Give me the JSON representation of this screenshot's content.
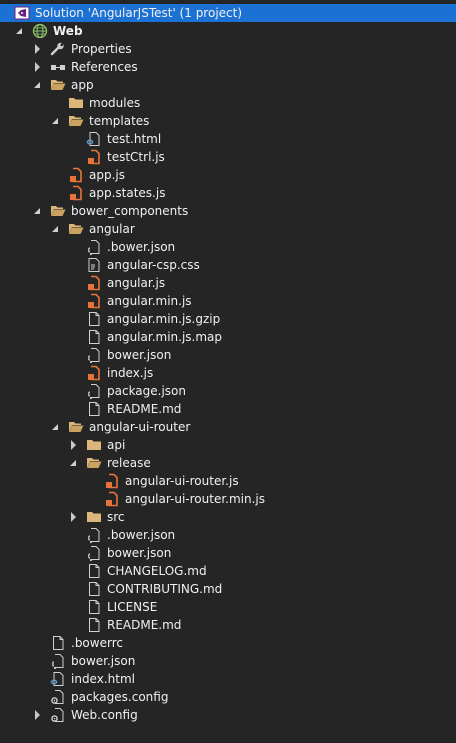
{
  "solution_explorer": {
    "solution": {
      "label": "Solution 'AngularJSTest' (1 project)",
      "icon": "visual-studio-solution-icon"
    },
    "project": {
      "label": "Web",
      "icon": "web-project-icon"
    },
    "nodes": [
      {
        "label": "Properties",
        "icon": "wrench-icon",
        "expander": "collapsed"
      },
      {
        "label": "References",
        "icon": "references-icon",
        "expander": "collapsed"
      },
      {
        "label": "app",
        "icon": "folder-open-icon",
        "expander": "expanded"
      },
      {
        "label": "modules",
        "icon": "folder-icon",
        "expander": "none"
      },
      {
        "label": "templates",
        "icon": "folder-open-icon",
        "expander": "expanded"
      },
      {
        "label": "test.html",
        "icon": "html-file-icon",
        "expander": "none"
      },
      {
        "label": "testCtrl.js",
        "icon": "js-file-icon",
        "expander": "none"
      },
      {
        "label": "app.js",
        "icon": "js-file-icon",
        "expander": "none"
      },
      {
        "label": "app.states.js",
        "icon": "js-file-icon",
        "expander": "none"
      },
      {
        "label": "bower_components",
        "icon": "folder-open-icon",
        "expander": "expanded"
      },
      {
        "label": "angular",
        "icon": "folder-open-icon",
        "expander": "expanded"
      },
      {
        "label": ".bower.json",
        "icon": "json-file-icon",
        "expander": "none"
      },
      {
        "label": "angular-csp.css",
        "icon": "css-file-icon",
        "expander": "none"
      },
      {
        "label": "angular.js",
        "icon": "js-file-icon",
        "expander": "none"
      },
      {
        "label": "angular.min.js",
        "icon": "js-file-icon",
        "expander": "none"
      },
      {
        "label": "angular.min.js.gzip",
        "icon": "file-icon",
        "expander": "none"
      },
      {
        "label": "angular.min.js.map",
        "icon": "file-icon",
        "expander": "none"
      },
      {
        "label": "bower.json",
        "icon": "json-file-icon",
        "expander": "none"
      },
      {
        "label": "index.js",
        "icon": "js-file-icon",
        "expander": "none"
      },
      {
        "label": "package.json",
        "icon": "json-file-icon",
        "expander": "none"
      },
      {
        "label": "README.md",
        "icon": "file-icon",
        "expander": "none"
      },
      {
        "label": "angular-ui-router",
        "icon": "folder-open-icon",
        "expander": "expanded"
      },
      {
        "label": "api",
        "icon": "folder-icon",
        "expander": "collapsed"
      },
      {
        "label": "release",
        "icon": "folder-open-icon",
        "expander": "expanded"
      },
      {
        "label": "angular-ui-router.js",
        "icon": "js-file-icon",
        "expander": "none"
      },
      {
        "label": "angular-ui-router.min.js",
        "icon": "js-file-icon",
        "expander": "none"
      },
      {
        "label": "src",
        "icon": "folder-icon",
        "expander": "collapsed"
      },
      {
        "label": ".bower.json",
        "icon": "json-file-icon",
        "expander": "none"
      },
      {
        "label": "bower.json",
        "icon": "json-file-icon",
        "expander": "none"
      },
      {
        "label": "CHANGELOG.md",
        "icon": "file-icon",
        "expander": "none"
      },
      {
        "label": "CONTRIBUTING.md",
        "icon": "file-icon",
        "expander": "none"
      },
      {
        "label": "LICENSE",
        "icon": "file-icon",
        "expander": "none"
      },
      {
        "label": "README.md",
        "icon": "file-icon",
        "expander": "none"
      },
      {
        "label": ".bowerrc",
        "icon": "file-icon",
        "expander": "none"
      },
      {
        "label": "bower.json",
        "icon": "json-file-icon",
        "expander": "none"
      },
      {
        "label": "index.html",
        "icon": "html-file-icon",
        "expander": "none"
      },
      {
        "label": "packages.config",
        "icon": "config-file-icon",
        "expander": "none"
      },
      {
        "label": "Web.config",
        "icon": "config-file-icon",
        "expander": "collapsed"
      }
    ]
  },
  "colors": {
    "background": "#252526",
    "selection": "#1c72d4",
    "text": "#f1f1f1",
    "folder": "#dcb67a",
    "js": "#e8743b",
    "html_tag": "#4aa3df"
  }
}
